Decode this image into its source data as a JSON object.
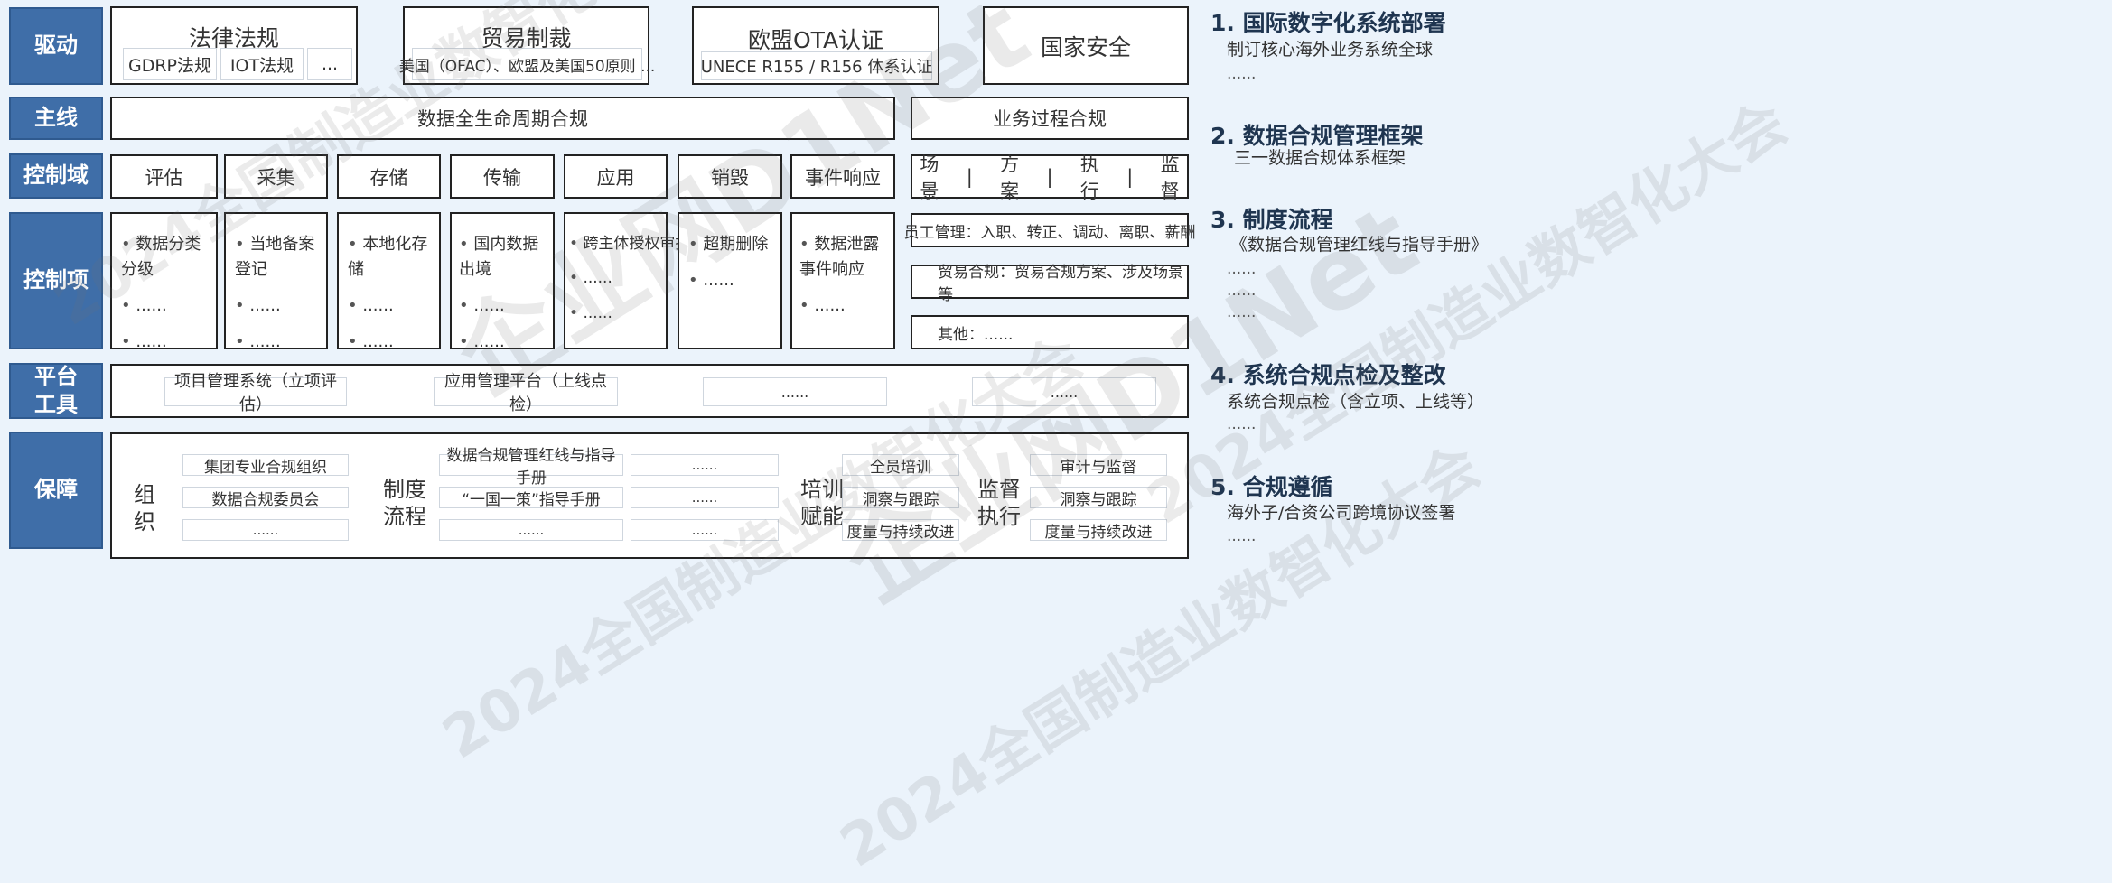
{
  "rows": {
    "drive": "驱动",
    "main": "主线",
    "domain": "控制域",
    "items": "控制项",
    "platform": "平台\n工具",
    "guarantee": "保障"
  },
  "drivers": {
    "law": {
      "title": "法律法规",
      "subs": [
        "GDRP法规",
        "IOT法规",
        "..."
      ]
    },
    "trade": {
      "title": "贸易制裁",
      "sub": "美国（OFAC）、欧盟及美国50原则 ..."
    },
    "ota": {
      "title": "欧盟OTA认证",
      "sub": "UNECE R155 / R156 体系认证"
    },
    "security": {
      "title": "国家安全"
    }
  },
  "mainline": {
    "left": "数据全生命周期合规",
    "right": "业务过程合规"
  },
  "domains": [
    "评估",
    "采集",
    "存储",
    "传输",
    "应用",
    "销毁",
    "事件响应"
  ],
  "business_domains": [
    "场景",
    "方案",
    "执行",
    "监督"
  ],
  "domain_sep": "|",
  "control_items": [
    [
      "数据分类分级",
      "......",
      "......"
    ],
    [
      "当地备案登记",
      "......",
      "......"
    ],
    [
      "本地化存储",
      "......",
      "......"
    ],
    [
      "国内数据出境",
      "......",
      "......"
    ],
    [
      "跨主体授权审批",
      "......",
      "......"
    ],
    [
      "超期删除",
      "......"
    ],
    [
      "数据泄露事件响应",
      "......"
    ]
  ],
  "business_items": [
    "员工管理：入职、转正、调动、离职、薪酬",
    "贸易合规：贸易合规方案、涉及场景等",
    "其他：......"
  ],
  "platform_tools": [
    "项目管理系统（立项评估）",
    "应用管理平台（上线点检）",
    "......",
    "......"
  ],
  "guarantee": {
    "org": {
      "label": "组织",
      "items": [
        "集团专业合规组织",
        "数据合规委员会",
        "......"
      ]
    },
    "process": {
      "label": "制度\n流程",
      "col1": [
        "数据合规管理红线与指导手册",
        "“一国一策”指导手册",
        "......"
      ],
      "col2": [
        "......",
        "......",
        "......"
      ]
    },
    "training": {
      "label": "培训\n赋能",
      "items": [
        "全员培训",
        "洞察与跟踪",
        "度量与持续改进"
      ]
    },
    "supervision": {
      "label": "监督\n执行",
      "items": [
        "审计与监督",
        "洞察与跟踪",
        "度量与持续改进"
      ]
    }
  },
  "right_panel": [
    {
      "title": "1. 国际数字化系统部署",
      "desc": "制订核心海外业务系统全球",
      "dots": [
        "......"
      ]
    },
    {
      "title": "2. 数据合规管理框架",
      "desc": "三一数据合规体系框架",
      "dots": []
    },
    {
      "title": "3. 制度流程",
      "desc": "《数据合规管理红线与指导手册》",
      "dots": [
        "......",
        "......",
        "......"
      ]
    },
    {
      "title": "4. 系统合规点检及整改",
      "desc": "系统合规点检（含立项、上线等）",
      "dots": [
        "......"
      ]
    },
    {
      "title": "5. 合规遵循",
      "desc": "海外子/合资公司跨境协议签署",
      "dots": [
        "......"
      ]
    }
  ],
  "watermarks": {
    "text1": "2024全国制造业数智化大会",
    "logo": "企业网D1Net"
  },
  "colors": {
    "side": "#3f6ea8",
    "background": "#ebf3fb",
    "border": "#222222"
  }
}
